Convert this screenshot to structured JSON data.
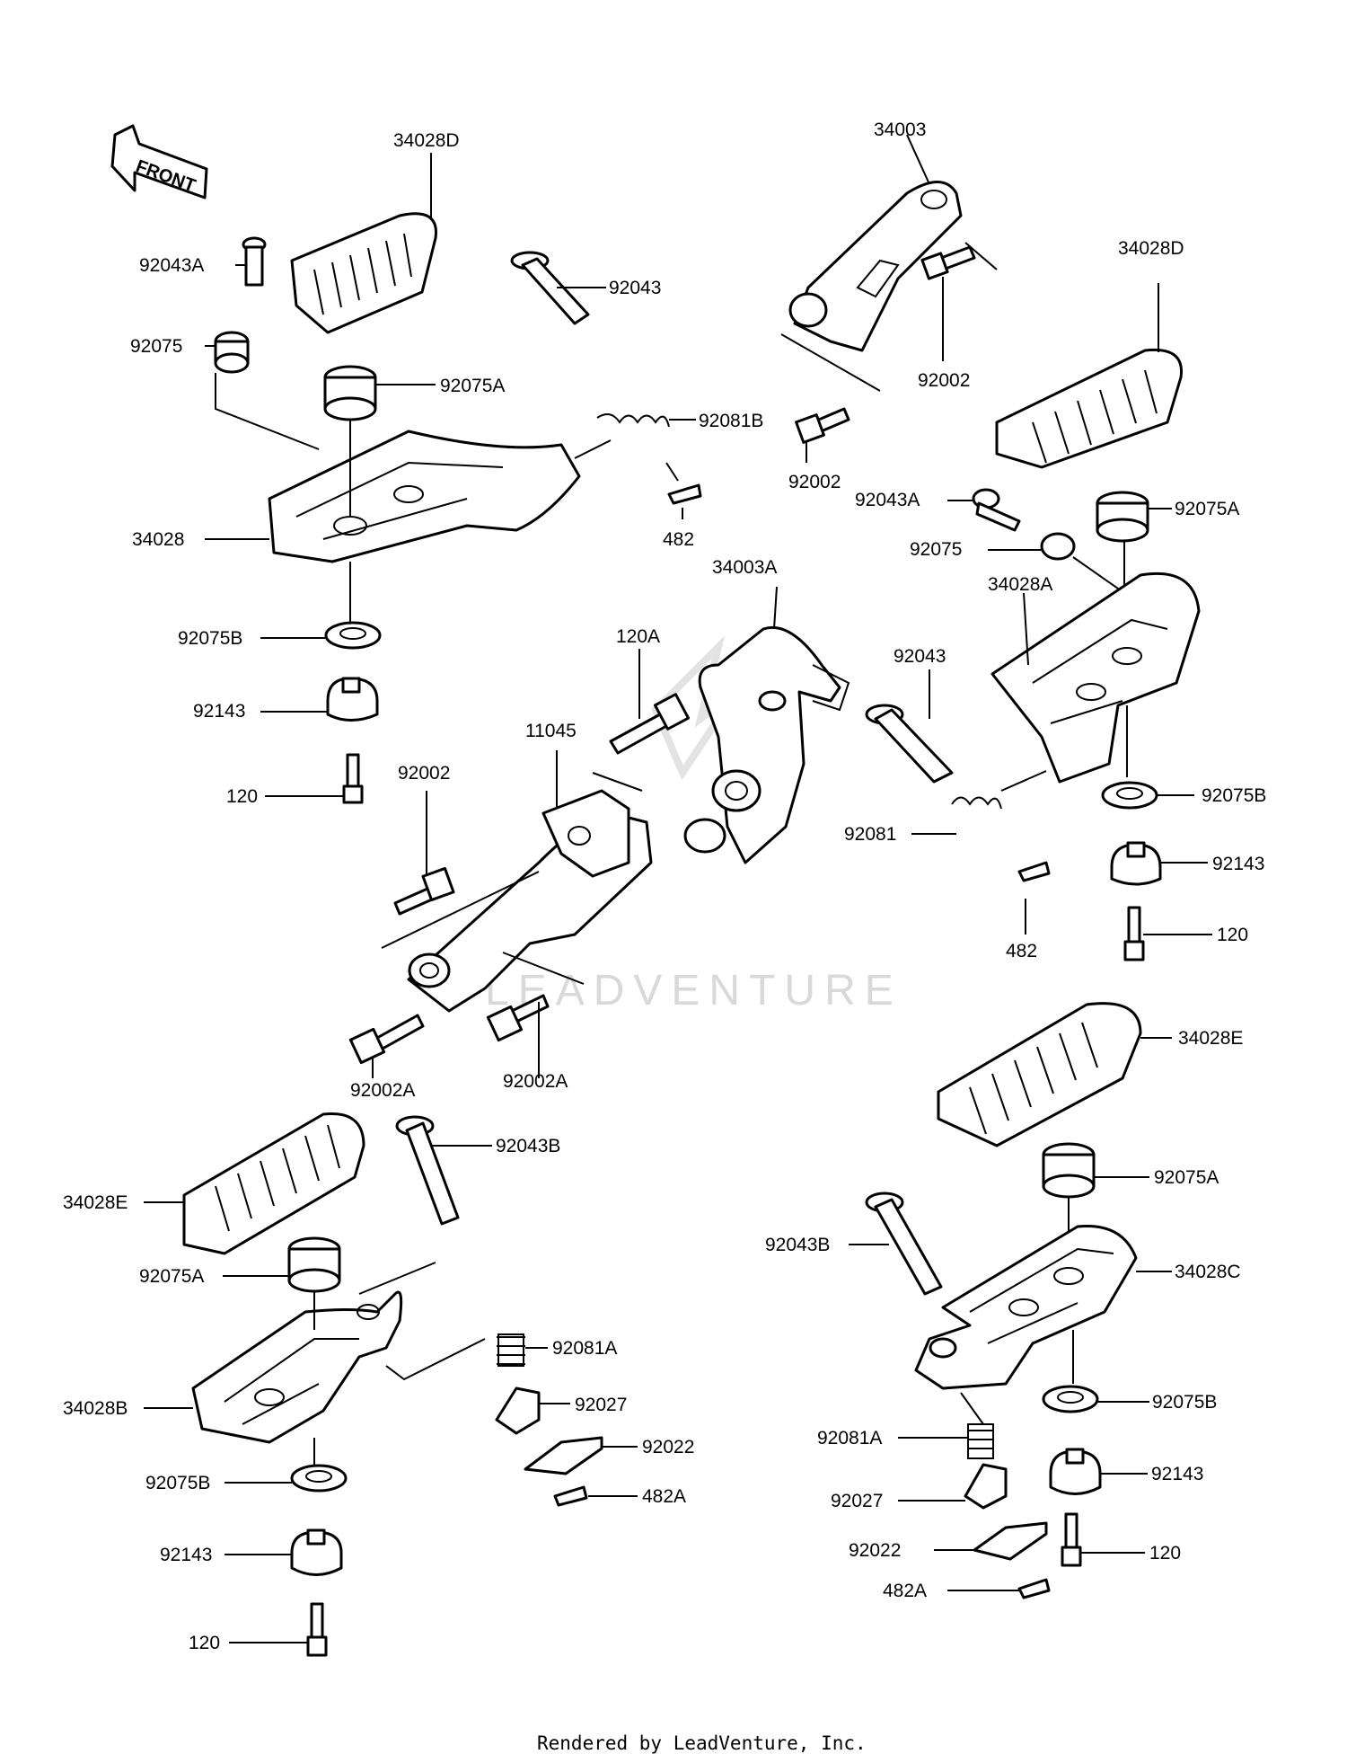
{
  "front_arrow": {
    "label": "FRONT"
  },
  "labels": {
    "l1": "34028D",
    "l2": "34003",
    "l3": "92043A",
    "l4": "92043",
    "l5": "92075",
    "l6": "92002",
    "l7": "34028D",
    "l8": "92075A",
    "l9": "92081B",
    "l10": "92002",
    "l11": "34028",
    "l12": "482",
    "l13": "92043A",
    "l14": "92075A",
    "l15": "92075",
    "l16": "34003A",
    "l17": "34028A",
    "l18": "92075B",
    "l19": "120A",
    "l20": "92043",
    "l21": "92143",
    "l22": "11045",
    "l23": "120",
    "l24": "92002",
    "l25": "92081",
    "l26": "92075B",
    "l27": "92143",
    "l28": "482",
    "l29": "120",
    "l30": "92002A",
    "l31": "92002A",
    "l32": "34028E",
    "l33": "92043B",
    "l34": "34028E",
    "l35": "92075A",
    "l36": "92043B",
    "l37": "92075A",
    "l38": "34028C",
    "l39": "92081A",
    "l40": "92027",
    "l41": "34028B",
    "l42": "92075B",
    "l43": "92022",
    "l44": "92081A",
    "l45": "482A",
    "l46": "92143",
    "l47": "92075B",
    "l48": "92027",
    "l49": "92143",
    "l50": "92022",
    "l51": "120",
    "l52": "482A",
    "l53": "120"
  },
  "watermark": "LEADVENTURE",
  "footer": "Rendered by LeadVenture, Inc."
}
